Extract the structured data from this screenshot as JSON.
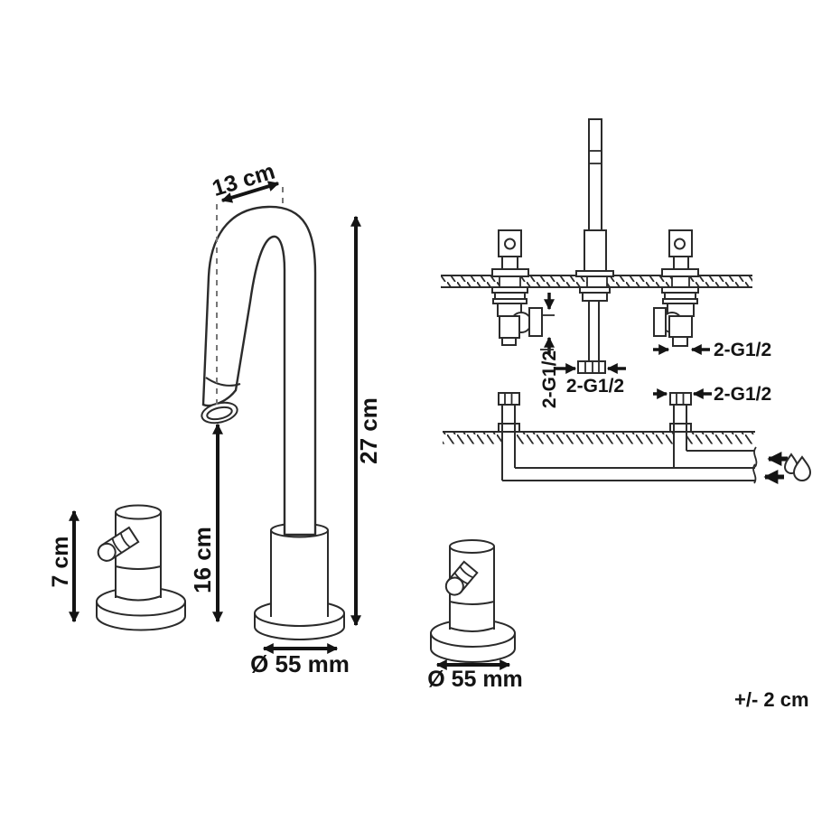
{
  "faucet": {
    "spout_reach": "13 cm",
    "total_height": "27 cm",
    "spout_height": "16 cm",
    "handle_height": "7 cm",
    "base_diameter": "Ø 55 mm",
    "handle_base_diameter": "Ø 55 mm"
  },
  "installation": {
    "left_valve_connection": "2-G1/2",
    "center_connection": "2-G1/2",
    "right_valve_connection": "2-G1/2",
    "supply_connection": "2-G1/2",
    "tolerance": "+/- 2 cm"
  },
  "colors": {
    "line": "#2b2b2b",
    "text": "#141414",
    "background": "#ffffff"
  }
}
